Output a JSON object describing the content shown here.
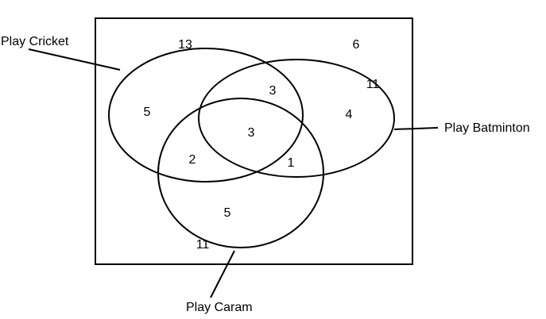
{
  "sets": {
    "cricket": {
      "label": "Play Cricket"
    },
    "badminton": {
      "label": "Play Batminton"
    },
    "caram": {
      "label": "Play Caram"
    }
  },
  "regions": {
    "universe_outside": "6",
    "cricket_only": "5",
    "badminton_only": "4",
    "caram_only": "5",
    "cricket_badminton_only": "3",
    "cricket_caram_only": "2",
    "badminton_caram_only": "1",
    "all_three": "3"
  },
  "set_totals": {
    "cricket": "13",
    "badminton": "11",
    "caram": "11"
  }
}
